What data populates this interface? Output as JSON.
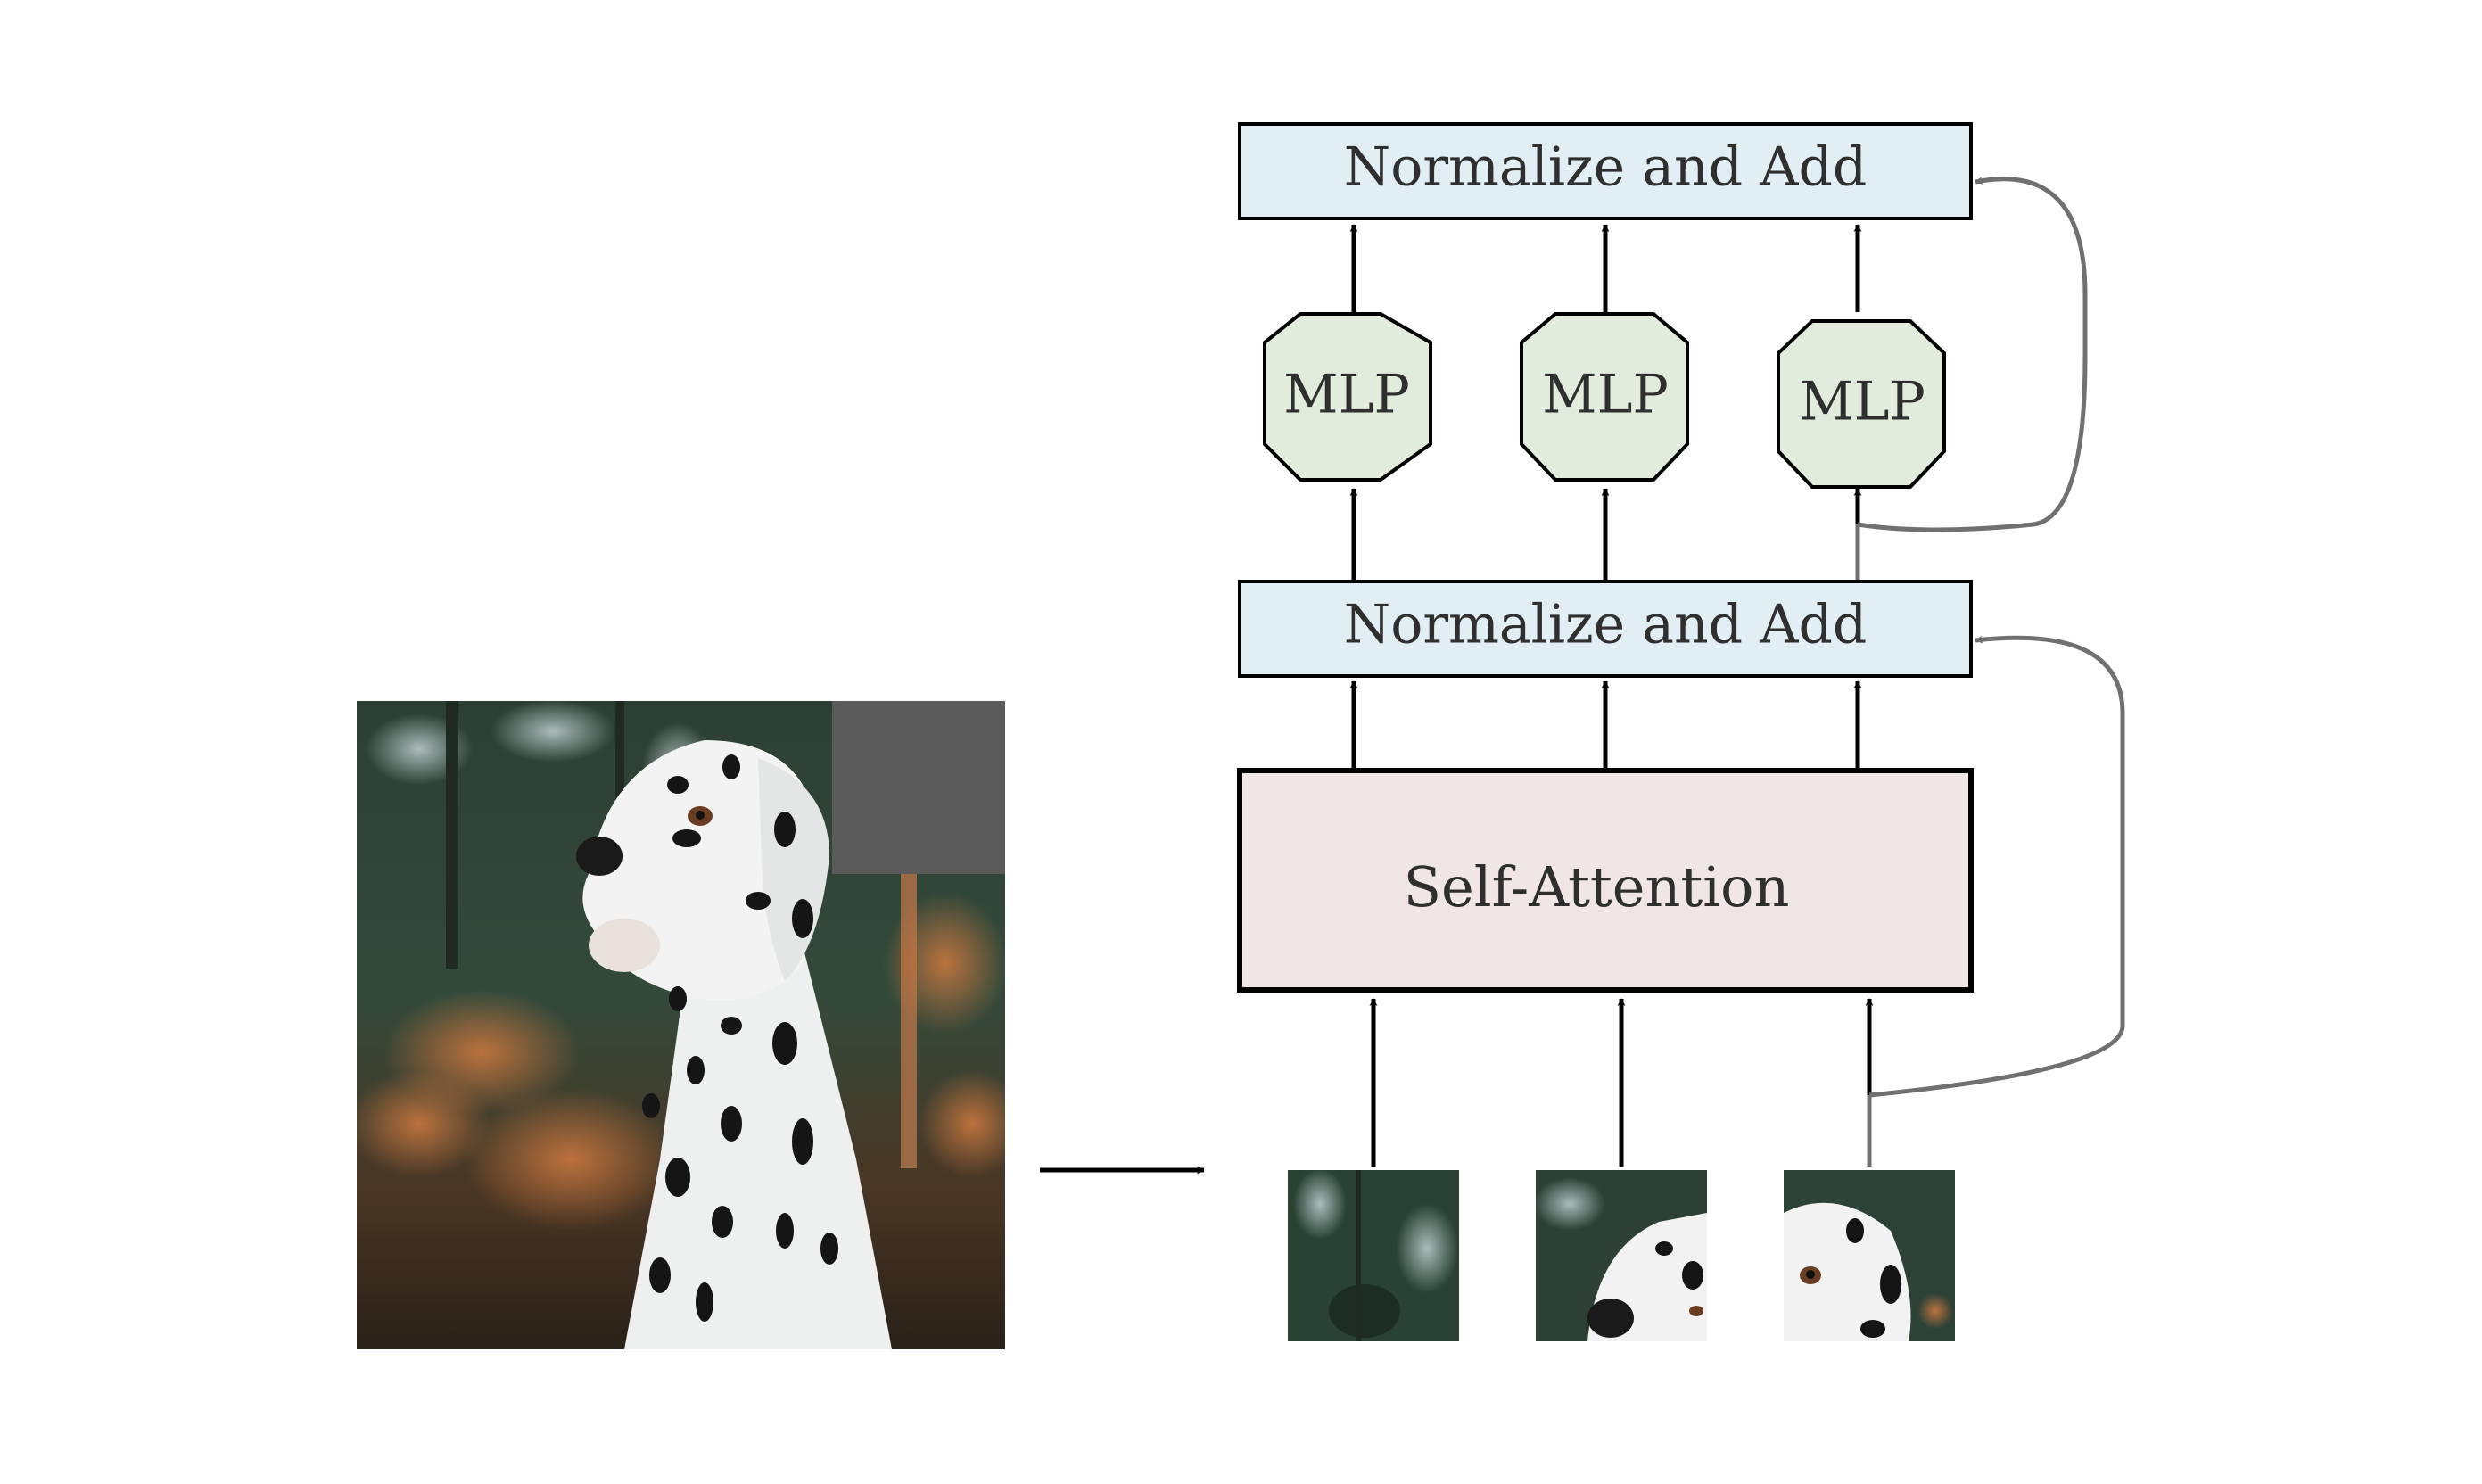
{
  "diagram": {
    "top_block": {
      "label": "Normalize and Add",
      "color": "#e1eef4"
    },
    "mlp_blocks": [
      {
        "label": "MLP"
      },
      {
        "label": "MLP"
      },
      {
        "label": "MLP"
      }
    ],
    "mlp_color": "#e2ecdd",
    "middle_block": {
      "label": "Normalize and Add",
      "color": "#e1eef4"
    },
    "attention_block": {
      "label": "Self-Attention",
      "color": "#f0e6e6"
    },
    "input_image": {
      "description_icon": "dalmatian-photo",
      "masked_patch_color": "#5b5b5b"
    },
    "patches": [
      {
        "icon": "patch-foliage"
      },
      {
        "icon": "patch-dog-muzzle"
      },
      {
        "icon": "patch-dog-ear"
      }
    ],
    "colors": {
      "arrow": "#000000",
      "residual_arrow": "#707070",
      "stroke": "#000000"
    }
  }
}
